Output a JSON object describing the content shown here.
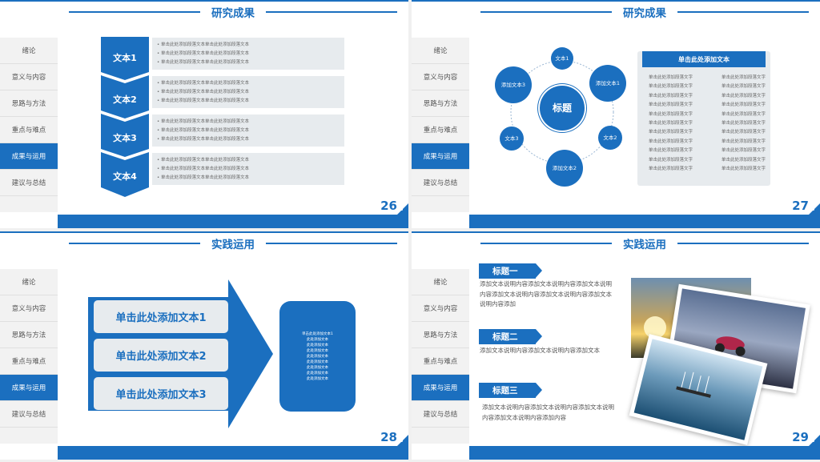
{
  "colors": {
    "accent": "#1b6fbf",
    "panel": "#e7ebee",
    "sidebar": "#f2f2f2"
  },
  "sidebar_items": [
    "绪论",
    "意义与内容",
    "思路与方法",
    "重点与难点",
    "成果与运用",
    "建议与总结"
  ],
  "slide26": {
    "title": "研究成果",
    "page": "26",
    "steps": [
      {
        "label": "文本1",
        "lines": [
          "单击此处添加段落文本单击此处添加段落文本",
          "单击此处添加段落文本单击此处添加段落文本",
          "单击此处添加段落文本单击此处添加段落文本"
        ]
      },
      {
        "label": "文本2",
        "lines": [
          "单击此处添加段落文本单击此处添加段落文本",
          "单击此处添加段落文本单击此处添加段落文本",
          "单击此处添加段落文本单击此处添加段落文本"
        ]
      },
      {
        "label": "文本3",
        "lines": [
          "单击此处添加段落文本单击此处添加段落文本",
          "单击此处添加段落文本单击此处添加段落文本",
          "单击此处添加段落文本单击此处添加段落文本"
        ]
      },
      {
        "label": "文本4",
        "lines": [
          "单击此处添加段落文本单击此处添加段落文本",
          "单击此处添加段落文本单击此处添加段落文本",
          "单击此处添加段落文本单击此处添加段落文本"
        ]
      }
    ]
  },
  "slide27": {
    "title": "研究成果",
    "page": "27",
    "center": "标题",
    "nodes": {
      "n1": "文本1",
      "n2": "添加文本1",
      "n3": "文本2",
      "n4": "添加文本2",
      "n5": "文本3",
      "n6": "添加文本3"
    },
    "panel_title": "单击此处添加文本",
    "panel_lines": "单击此处添加段落文字"
  },
  "slide28": {
    "title": "实践运用",
    "page": "28",
    "items": [
      "单击此处添加文本1",
      "单击此处添加文本2",
      "单击此处添加文本3"
    ],
    "box_lines": [
      "单击此处添加文本1",
      "此处添加文本",
      "此处添加文本",
      "此处添加文本",
      "此处添加文本",
      "此处添加文本",
      "此处添加文本",
      "此处添加文本",
      "此处添加文本"
    ]
  },
  "slide29": {
    "title": "实践运用",
    "page": "29",
    "blocks": [
      {
        "heading": "标题一",
        "text": "添加文本说明内容添加文本说明内容添加文本说明内容添加文本说明内容添加文本说明内容添加文本说明内容添加"
      },
      {
        "heading": "标题二",
        "text": "添加文本说明内容添加文本说明内容添加文本"
      },
      {
        "heading": "标题三",
        "text": "添加文本说明内容添加文本说明内容添加文本说明内容添加文本说明内容添加内容"
      }
    ]
  }
}
